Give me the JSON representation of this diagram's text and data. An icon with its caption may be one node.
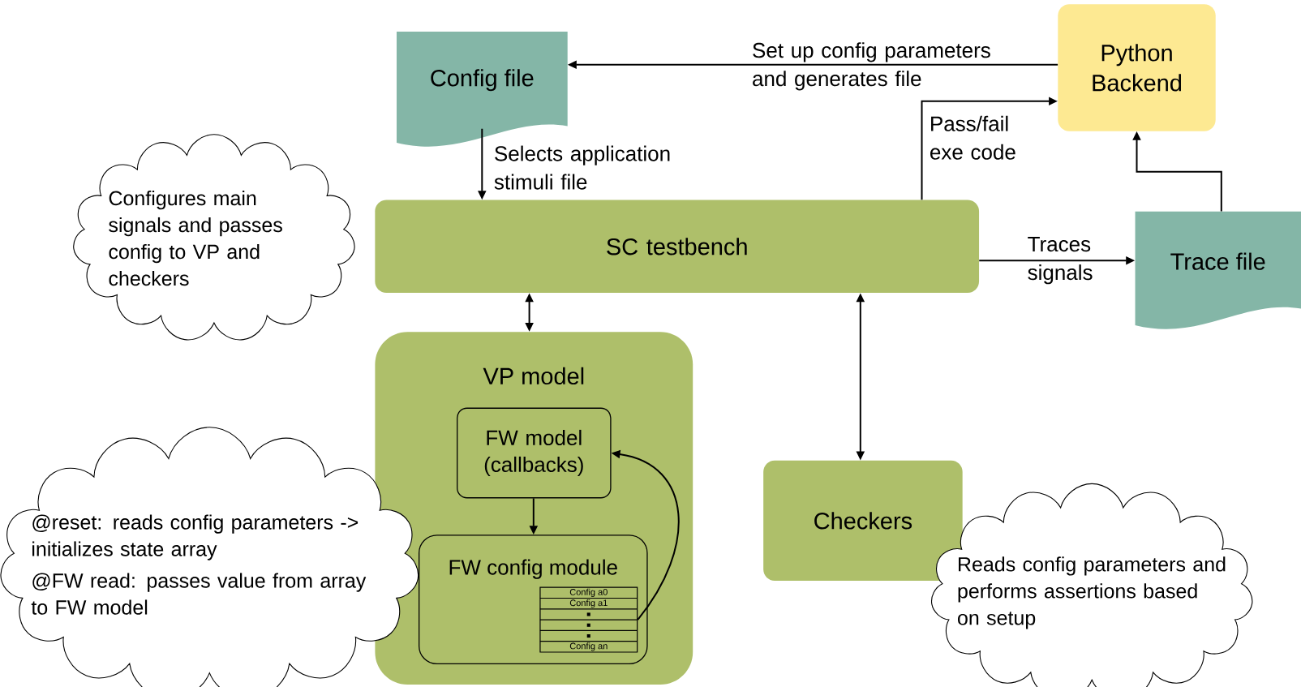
{
  "diagram": {
    "nodes": [
      {
        "text": [
          "Config file"
        ]
      },
      {
        "text": [
          "Python Backend"
        ]
      },
      {
        "text": [
          "SC testbench"
        ]
      },
      {
        "text": [
          "Trace file"
        ]
      },
      {
        "text": [
          "VP model"
        ]
      },
      {
        "text": [
          "FW model (callbacks)"
        ],
        "in": 4
      },
      {
        "text": [
          "FW config module"
        ],
        "in": 4
      },
      {
        "text": [
          "Config a0",
          "Config a1",
          "Config an"
        ],
        "in": 6
      },
      {
        "text": [
          "Checkers"
        ]
      },
      {
        "text": [
          "Configures main signals and passes config to VP and checkers"
        ]
      },
      {
        "text": [
          "@reset: reads config parameters -> initializes state array",
          "@FW read: passes value from array to FW model"
        ]
      },
      {
        "text": [
          "Reads config parameters and performs assertions based on setup"
        ]
      }
    ],
    "edges": [
      {
        "from": 1,
        "to": 0,
        "arrow": "to",
        "label": "Set up config parameters and generates file"
      },
      {
        "from": 0,
        "to": 2,
        "arrow": "to",
        "label": "Selects application stimuli file"
      },
      {
        "from": 2,
        "to": 1,
        "arrow": "to",
        "label": "Pass/fail exe code"
      },
      {
        "from": 2,
        "to": 3,
        "arrow": "to",
        "label": "Traces signals"
      },
      {
        "from": 3,
        "to": 1,
        "arrow": "to"
      },
      {
        "from": 2,
        "to": 4,
        "arrow": "both"
      },
      {
        "from": 2,
        "to": 8,
        "arrow": "both"
      },
      {
        "from": 5,
        "to": 6,
        "arrow": "to"
      },
      {
        "from": 7,
        "to": 5,
        "arrow": "to"
      }
    ]
  }
}
